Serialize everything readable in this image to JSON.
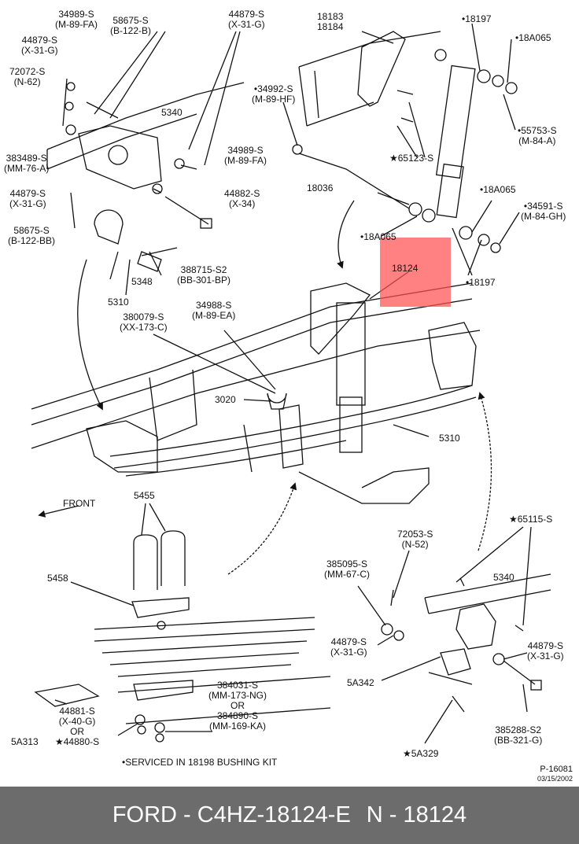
{
  "labels": [
    {
      "id": "l1",
      "lines": [
        "34989-S",
        "(M-89-FA)"
      ]
    },
    {
      "id": "l2",
      "lines": [
        "58675-S",
        "(B-122-B)"
      ]
    },
    {
      "id": "l3",
      "lines": [
        "44879-S",
        "(X-31-G)"
      ]
    },
    {
      "id": "l4",
      "lines": [
        "44879-S",
        "(X-31-G)"
      ]
    },
    {
      "id": "l5",
      "lines": [
        "72072-S",
        "(N-62)"
      ]
    },
    {
      "id": "l6",
      "lines": [
        "5340"
      ]
    },
    {
      "id": "l7",
      "lines": [
        "383489-S",
        "(MM-76-A)"
      ]
    },
    {
      "id": "l8",
      "lines": [
        "34989-S",
        "(M-89-FA)"
      ]
    },
    {
      "id": "l9",
      "lines": [
        "44879-S",
        "(X-31-G)"
      ]
    },
    {
      "id": "l10",
      "lines": [
        "44882-S",
        "(X-34)"
      ]
    },
    {
      "id": "l11",
      "lines": [
        "58675-S",
        "(B-122-BB)"
      ]
    },
    {
      "id": "l12",
      "lines": [
        "388715-S2",
        "(BB-301-BP)"
      ]
    },
    {
      "id": "l13",
      "lines": [
        "5348"
      ]
    },
    {
      "id": "l14",
      "lines": [
        "5310"
      ]
    },
    {
      "id": "l15",
      "lines": [
        "18183",
        "18184"
      ]
    },
    {
      "id": "l16",
      "lines": [
        "•18197"
      ]
    },
    {
      "id": "l17",
      "lines": [
        "•18A065"
      ]
    },
    {
      "id": "l18",
      "lines": [
        "•34992-S",
        "(M-89-HF)"
      ]
    },
    {
      "id": "l19",
      "lines": [
        "•55753-S",
        "(M-84-A)"
      ]
    },
    {
      "id": "l20",
      "lines": [
        "★65123-S"
      ]
    },
    {
      "id": "l21",
      "lines": [
        "18036"
      ]
    },
    {
      "id": "l22",
      "lines": [
        "•18A065"
      ]
    },
    {
      "id": "l23",
      "lines": [
        "•34591-S",
        "(M-84-GH)"
      ]
    },
    {
      "id": "l24",
      "lines": [
        "•18A065"
      ]
    },
    {
      "id": "l25",
      "lines": [
        "18124"
      ]
    },
    {
      "id": "l26",
      "lines": [
        "•18197"
      ]
    },
    {
      "id": "l27",
      "lines": [
        "380079-S",
        "(XX-173-C)"
      ]
    },
    {
      "id": "l28",
      "lines": [
        "34988-S",
        "(M-89-EA)"
      ]
    },
    {
      "id": "l29",
      "lines": [
        "3020"
      ]
    },
    {
      "id": "l30",
      "lines": [
        "5310"
      ]
    },
    {
      "id": "l31",
      "lines": [
        "FRONT"
      ]
    },
    {
      "id": "l32",
      "lines": [
        "5455"
      ]
    },
    {
      "id": "l33",
      "lines": [
        "5458"
      ]
    },
    {
      "id": "l34",
      "lines": [
        "72053-S",
        "(N-52)"
      ]
    },
    {
      "id": "l35",
      "lines": [
        "★65115-S"
      ]
    },
    {
      "id": "l36",
      "lines": [
        "385095-S",
        "(MM-67-C)"
      ]
    },
    {
      "id": "l37",
      "lines": [
        "5340"
      ]
    },
    {
      "id": "l38",
      "lines": [
        "44879-S",
        "(X-31-G)"
      ]
    },
    {
      "id": "l39",
      "lines": [
        "44879-S",
        "(X-31-G)"
      ]
    },
    {
      "id": "l40",
      "lines": [
        "5A342"
      ]
    },
    {
      "id": "l41",
      "lines": [
        "384031-S",
        "(MM-173-NG)",
        "OR",
        "384890-S",
        "(MM-169-KA)"
      ]
    },
    {
      "id": "l42",
      "lines": [
        "44881-S",
        "(X-40-G)",
        "OR",
        "★44880-S"
      ]
    },
    {
      "id": "l43",
      "lines": [
        "5A313"
      ]
    },
    {
      "id": "l44",
      "lines": [
        "385288-S2",
        "(BB-321-G)"
      ]
    },
    {
      "id": "l45",
      "lines": [
        "★5A329"
      ]
    }
  ],
  "note": "•SERVICED IN 18198 BUSHING KIT",
  "page_number": "P-16081",
  "page_date": "03/15/2002",
  "footer": {
    "part": "FORD - C4HZ-18124-E",
    "ref": "N - 18124"
  }
}
